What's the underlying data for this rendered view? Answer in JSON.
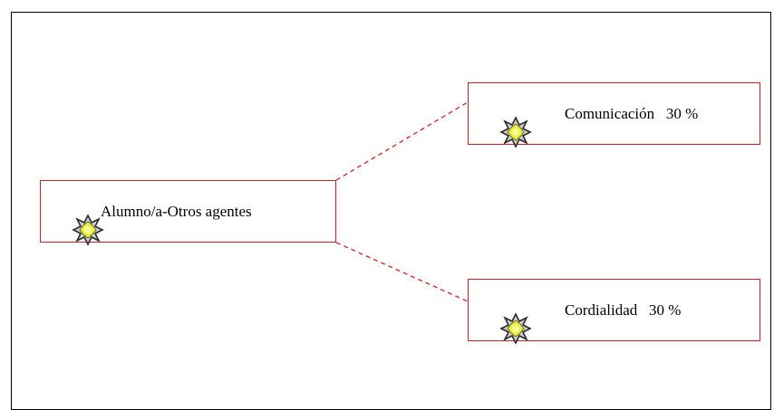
{
  "diagram": {
    "root": {
      "label": "Alumno/a-Otros agentes",
      "icon": "yellow-star-icon"
    },
    "children": [
      {
        "label": "Comunicación   30 %",
        "icon": "yellow-star-icon"
      },
      {
        "label": "Cordialidad   30 %",
        "icon": "yellow-star-icon"
      }
    ]
  },
  "colors": {
    "border": "#d42020",
    "connector": "#d42020",
    "icon_center": "#e8f23c",
    "icon_outline": "#2a2a2a",
    "frame": "#000000"
  }
}
